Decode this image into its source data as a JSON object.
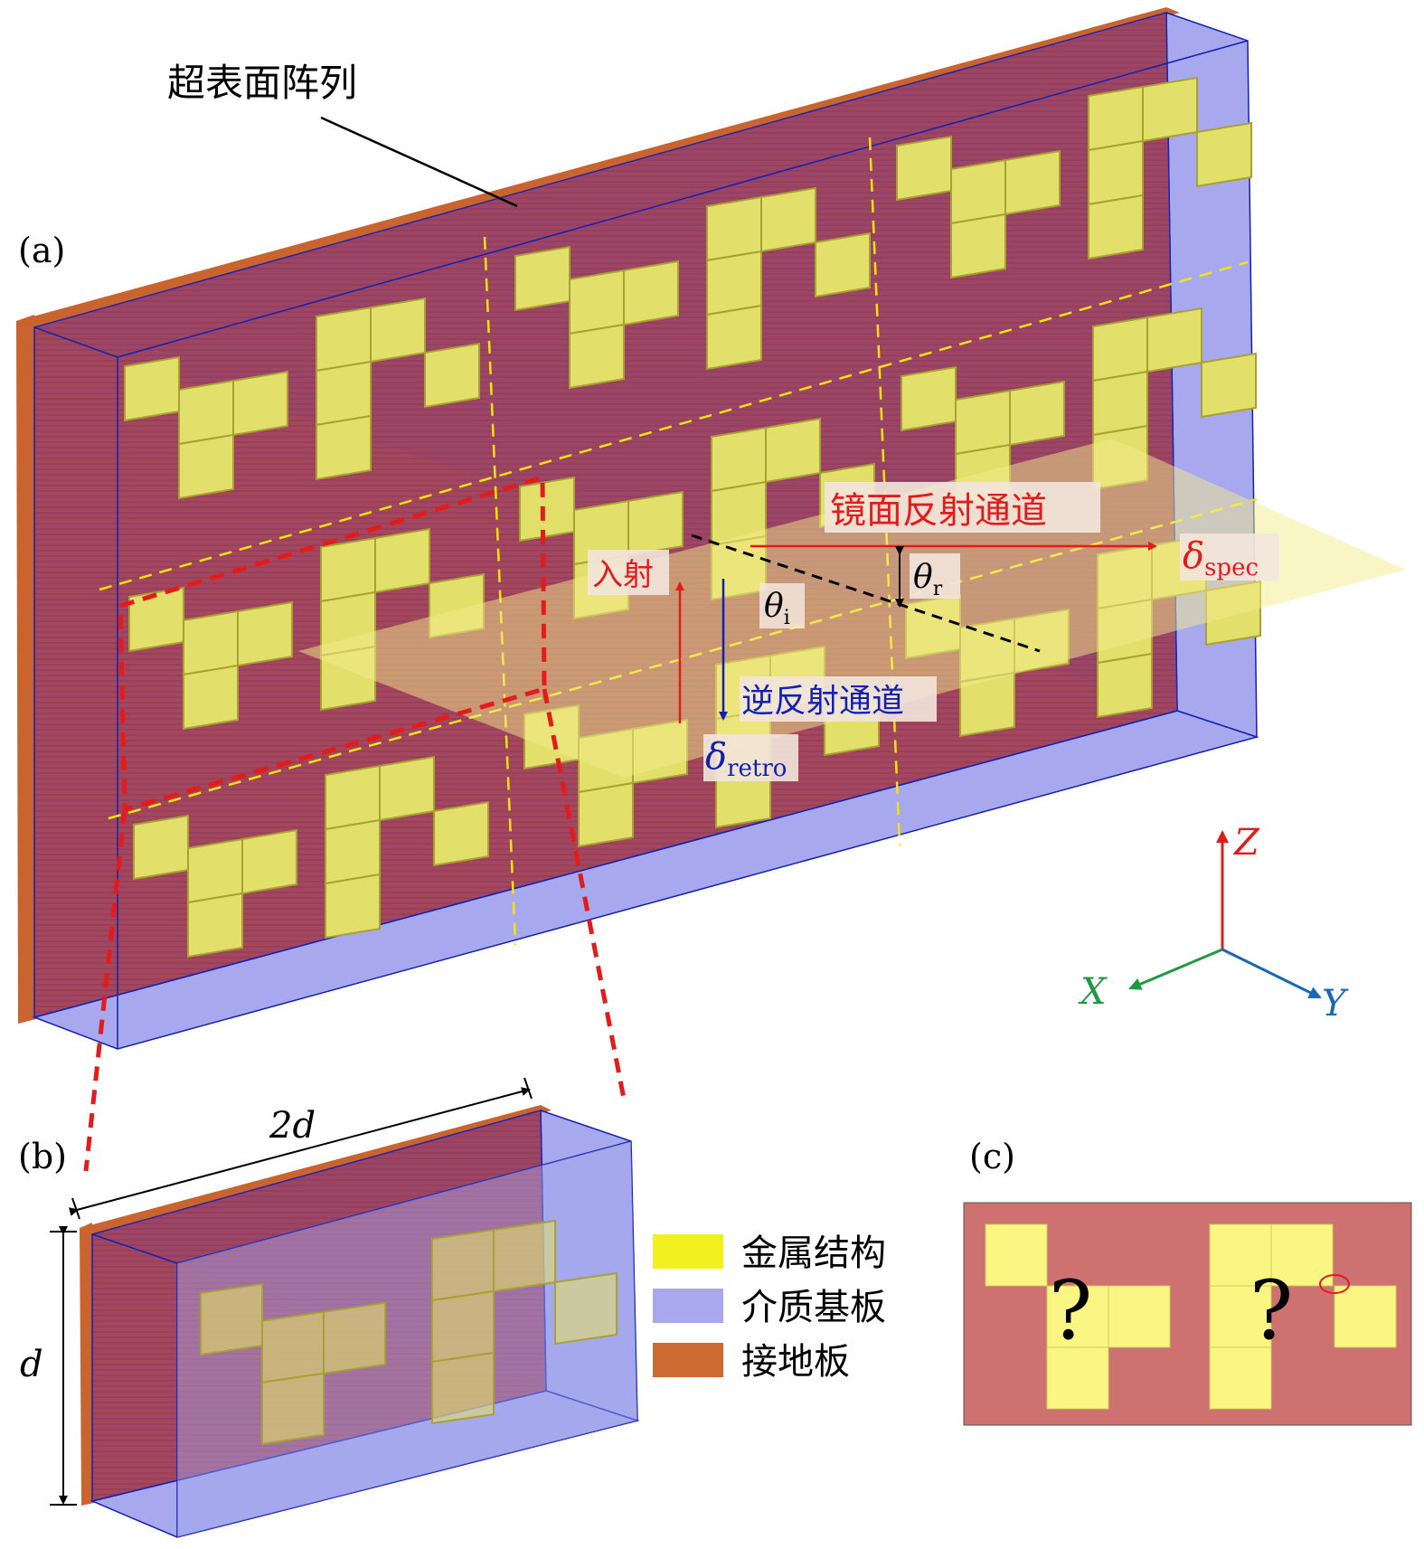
{
  "labels": {
    "array": "超表面阵列",
    "panel_a": "(a)",
    "panel_b": "(b)",
    "panel_c": "(c)",
    "incident": "入射",
    "specular_channel": "镜面反射通道",
    "retro_channel": "逆反射通道",
    "delta": "δ",
    "spec_sub": "spec",
    "retro_sub": "retro",
    "theta": "θ",
    "theta_i_sub": "i",
    "theta_r_sub": "r",
    "two_d": "2d",
    "d": "d",
    "question": "?"
  },
  "axes": {
    "z": "Z",
    "x": "X",
    "y": "Y"
  },
  "legend": [
    {
      "label": "金属结构",
      "color": "#f2f01e"
    },
    {
      "label": "介质基板",
      "color": "#a7a8ee"
    },
    {
      "label": "接地板",
      "color": "#cd6a33"
    }
  ],
  "colors": {
    "metal": "#e2df6a",
    "metal_stroke": "#a8a232",
    "substrate": "#a7a8ee",
    "ground": "#c9642f",
    "top_face": "#a4475a",
    "guide": "#f5e40c",
    "red": "#e41b1b",
    "blue": "#1021b3",
    "green": "#1f9a43",
    "y_axis": "#1769b8"
  }
}
